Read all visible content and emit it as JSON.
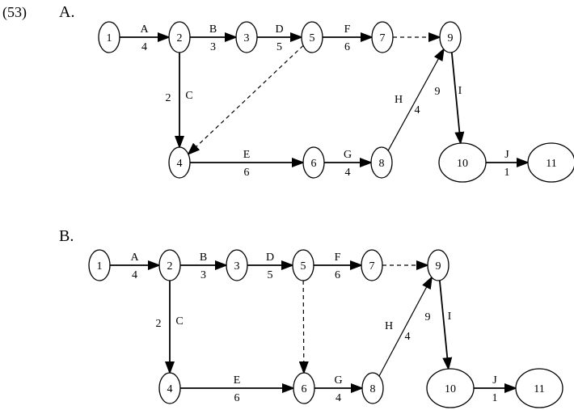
{
  "question": {
    "number": "(53)",
    "diagrams": [
      {
        "option_label": "A.",
        "nodes": [
          "1",
          "2",
          "3",
          "4",
          "5",
          "6",
          "7",
          "8",
          "9",
          "10",
          "11"
        ],
        "edges": [
          {
            "from": "1",
            "to": "2",
            "activity": "A",
            "duration": "4",
            "style": "solid"
          },
          {
            "from": "2",
            "to": "3",
            "activity": "B",
            "duration": "3",
            "style": "solid"
          },
          {
            "from": "3",
            "to": "5",
            "activity": "D",
            "duration": "5",
            "style": "solid"
          },
          {
            "from": "5",
            "to": "7",
            "activity": "F",
            "duration": "6",
            "style": "solid"
          },
          {
            "from": "7",
            "to": "9",
            "activity": "",
            "duration": "",
            "style": "dashed"
          },
          {
            "from": "2",
            "to": "4",
            "activity": "C",
            "duration": "2",
            "style": "solid"
          },
          {
            "from": "5",
            "to": "4",
            "activity": "",
            "duration": "",
            "style": "dashed"
          },
          {
            "from": "4",
            "to": "6",
            "activity": "E",
            "duration": "6",
            "style": "solid"
          },
          {
            "from": "6",
            "to": "8",
            "activity": "G",
            "duration": "4",
            "style": "solid"
          },
          {
            "from": "8",
            "to": "9",
            "activity": "H",
            "duration": "4",
            "style": "thin"
          },
          {
            "from": "9",
            "to": "10",
            "activity": "I",
            "duration": "9",
            "style": "solid"
          },
          {
            "from": "10",
            "to": "11",
            "activity": "J",
            "duration": "1",
            "style": "solid"
          }
        ]
      },
      {
        "option_label": "B.",
        "nodes": [
          "1",
          "2",
          "3",
          "4",
          "5",
          "6",
          "7",
          "8",
          "9",
          "10",
          "11"
        ],
        "edges": [
          {
            "from": "1",
            "to": "2",
            "activity": "A",
            "duration": "4",
            "style": "solid"
          },
          {
            "from": "2",
            "to": "3",
            "activity": "B",
            "duration": "3",
            "style": "solid"
          },
          {
            "from": "3",
            "to": "5",
            "activity": "D",
            "duration": "5",
            "style": "solid"
          },
          {
            "from": "5",
            "to": "7",
            "activity": "F",
            "duration": "6",
            "style": "solid"
          },
          {
            "from": "7",
            "to": "9",
            "activity": "",
            "duration": "",
            "style": "dashed"
          },
          {
            "from": "2",
            "to": "4",
            "activity": "C",
            "duration": "2",
            "style": "solid"
          },
          {
            "from": "5",
            "to": "6",
            "activity": "",
            "duration": "",
            "style": "dashed"
          },
          {
            "from": "4",
            "to": "6",
            "activity": "E",
            "duration": "6",
            "style": "solid"
          },
          {
            "from": "6",
            "to": "8",
            "activity": "G",
            "duration": "4",
            "style": "solid"
          },
          {
            "from": "8",
            "to": "9",
            "activity": "H",
            "duration": "4",
            "style": "thin"
          },
          {
            "from": "9",
            "to": "10",
            "activity": "I",
            "duration": "9",
            "style": "solid"
          },
          {
            "from": "10",
            "to": "11",
            "activity": "J",
            "duration": "1",
            "style": "solid"
          }
        ]
      }
    ]
  }
}
